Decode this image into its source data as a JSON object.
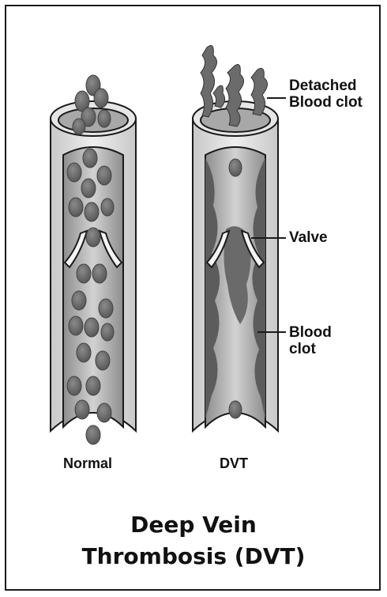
{
  "labels": {
    "detached_line1": "Detached",
    "detached_line2": "Blood clot",
    "valve": "Valve",
    "blood_clot_line1": "Blood",
    "blood_clot_line2": "clot"
  },
  "captions": {
    "normal": "Normal",
    "dvt": "DVT"
  },
  "title": {
    "line1": "Deep Vein",
    "line2": "Thrombosis (DVT)"
  },
  "colors": {
    "vein_wall": "#d8d8d8",
    "vein_interior": "#b9b9b9",
    "blood_cell": "#6f6f6f",
    "clot": "#6b6b6b",
    "outline": "#1a1a1a"
  }
}
